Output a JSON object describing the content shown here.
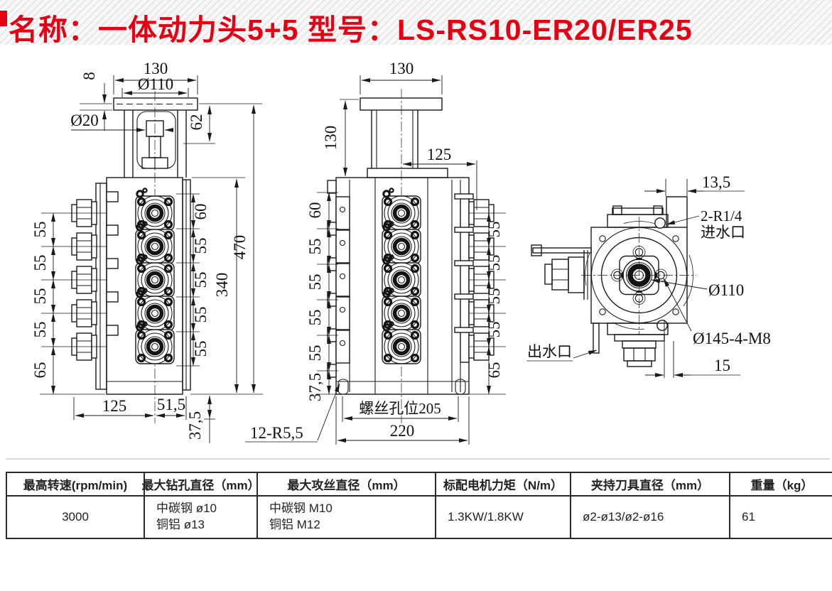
{
  "header": {
    "title_name": "名称：一体动力头5+5",
    "title_model": "型号：LS-RS10-ER20/ER25",
    "accent_color": "#e60012"
  },
  "front_view": {
    "top_width": "130",
    "flange_dia": "Ø110",
    "plate_thickness": "8",
    "shaft_dia": "Ø20",
    "stem_height": "62",
    "right_chain": [
      "60",
      "55",
      "55",
      "55",
      "55"
    ],
    "left_chain": [
      "55",
      "55",
      "55",
      "55",
      "65"
    ],
    "body_height": "340",
    "total_height": "470",
    "depth": "125",
    "offset": "51,5",
    "base_offset": "37,5"
  },
  "side_view": {
    "top_width": "130",
    "stem_height": "130",
    "center_offset": "125",
    "left_chain": [
      "60",
      "55",
      "55",
      "55",
      "55",
      "37,5"
    ],
    "right_chain": [
      "55",
      "55",
      "55",
      "55",
      "65"
    ],
    "screw_note": "螺丝孔位205",
    "total_width": "220",
    "slot_note": "12-R5,5"
  },
  "end_view": {
    "edge_offset": "13,5",
    "inlet_note_line1": "2-R1/4",
    "inlet_note_line2": "进水口",
    "spindle_dia": "Ø110",
    "bolt_circle": "Ø145-4-M8",
    "outlet_note": "出水口",
    "port_offset": "15"
  },
  "spec_table": {
    "headers": [
      "最高转速(rpm/min)",
      "最大钻孔直径（mm）",
      "最大攻丝直径（mm）",
      "标配电机力矩（N/m）",
      "夹持刀具直径（mm）",
      "重量（kg）"
    ],
    "row": {
      "speed": "3000",
      "drill_line1": "中碳钢 ø10",
      "drill_line2": "铜铝 ø13",
      "tap_line1": "中碳钢 M10",
      "tap_line2": "铜铝 M12",
      "motor": "1.3KW/1.8KW",
      "clamp": "ø2-ø13/ø2-ø16",
      "weight": "61"
    }
  }
}
